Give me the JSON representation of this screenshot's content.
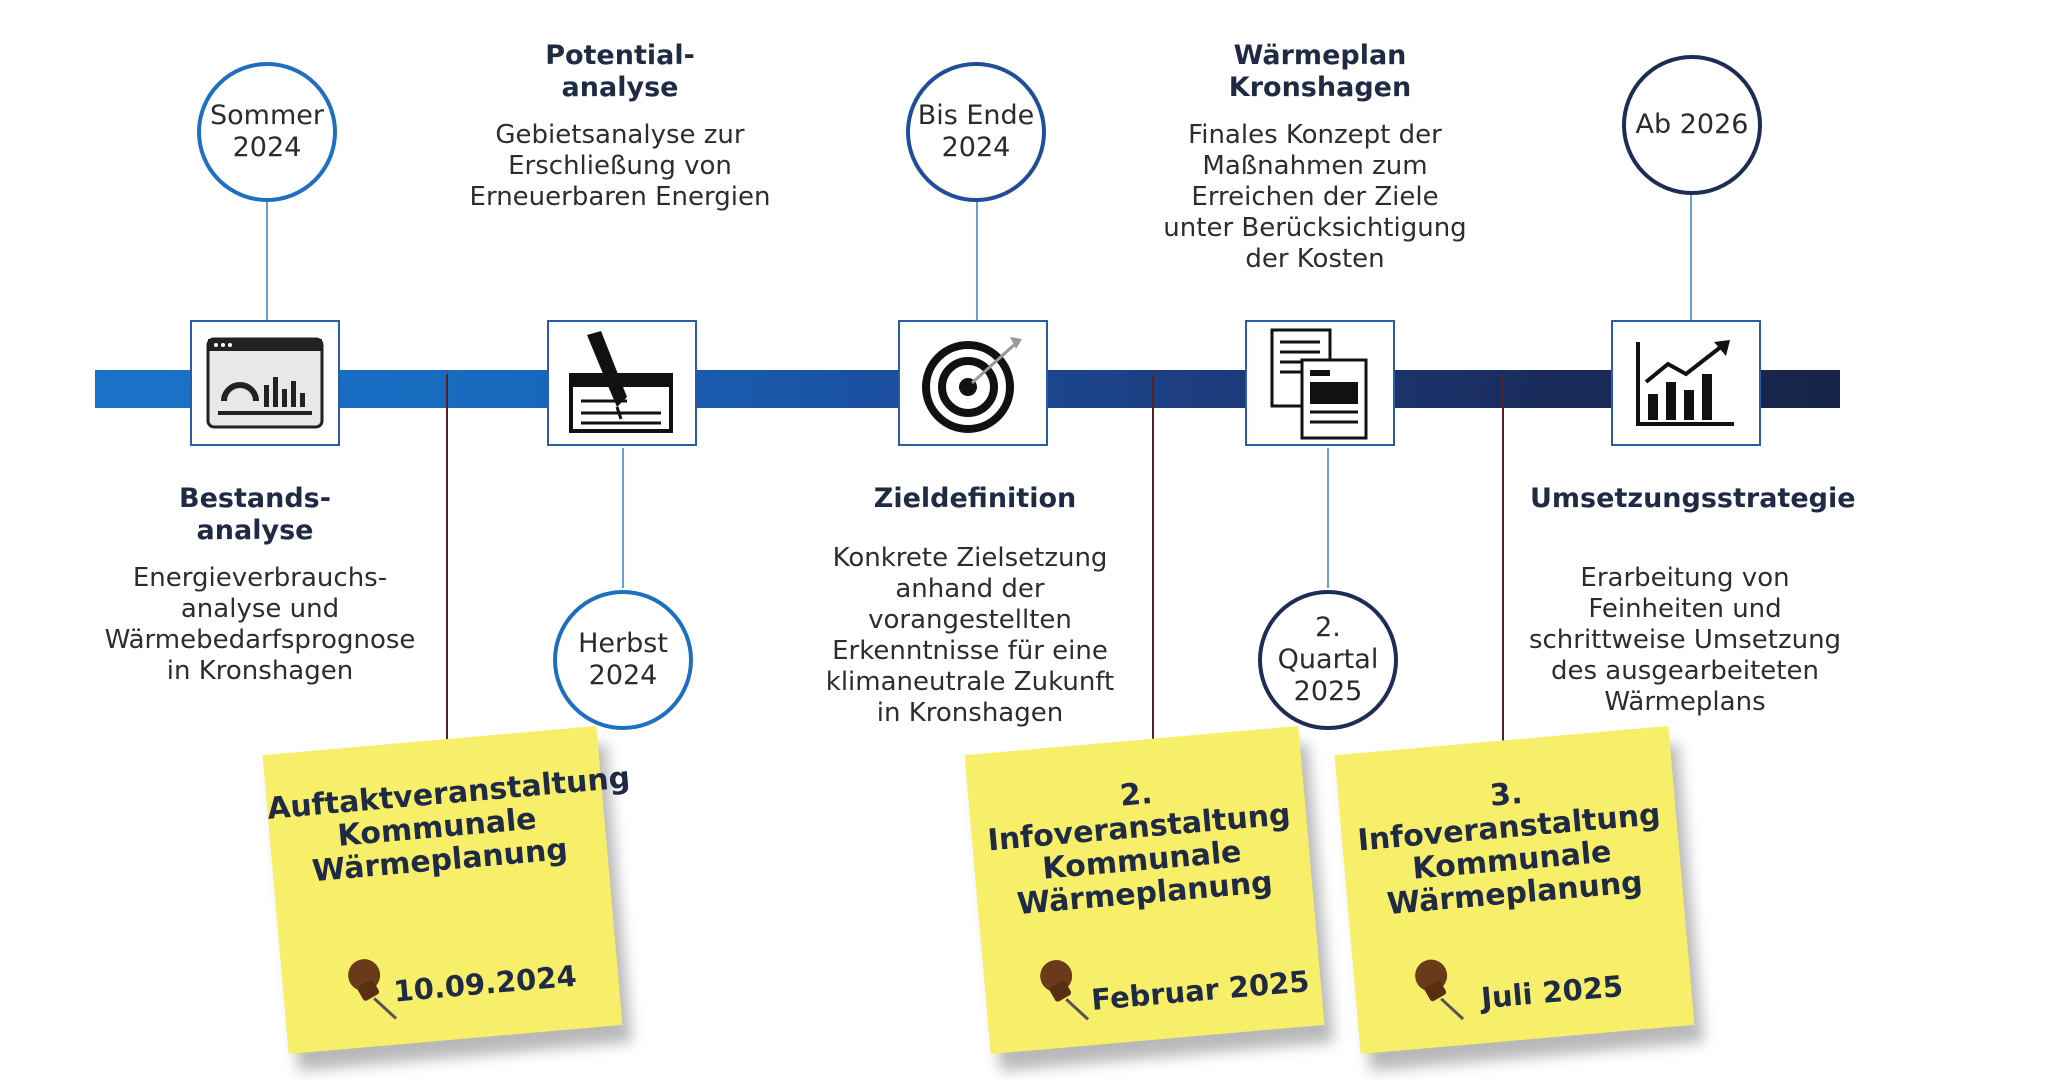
{
  "milestones": [
    {
      "circle": "Sommer\n2024",
      "title": "Bestands-\nanalyse",
      "desc": "Energieverbrauchs-\nanalyse  und\nWärmebedarfsprognose\nin Kronshagen",
      "icon": "dashboard-icon"
    },
    {
      "circle": "Herbst\n2024",
      "title": "Potential-\nanalyse",
      "desc": "Gebietsanalyse zur\nErschließung von\nErneuerbaren Energien",
      "icon": "pen-document-icon"
    },
    {
      "circle": "Bis Ende\n2024",
      "title": "Zieldefinition",
      "desc": "Konkrete Zielsetzung\nanhand der\nvorangestellten\nErkenntnisse für eine\nklimaneutrale Zukunft\nin Kronshagen",
      "icon": "target-icon"
    },
    {
      "circle": "2. Quartal\n2025",
      "title": "Wärmeplan\nKronshagen",
      "desc": "Finales Konzept der\nMaßnahmen zum\nErreichen der Ziele\nunter Berücksichtigung\nder Kosten",
      "icon": "documents-icon"
    },
    {
      "circle": "Ab 2026",
      "title": "Umsetzungsstrategie",
      "desc": "Erarbeitung von\nFeinheiten und\nschrittweise Umsetzung\ndes ausgearbeiteten\nWärmeplans",
      "icon": "growth-chart-icon"
    }
  ],
  "notes": [
    {
      "text": "Auftaktveranstaltung\nKommunale\nWärmeplanung",
      "date": "10.09.2024"
    },
    {
      "text": "2. Infoveranstaltung\nKommunale\nWärmeplanung",
      "date": "Februar 2025"
    },
    {
      "text": "3. Infoveranstaltung\nKommunale\nWärmeplanung",
      "date": "Juli 2025"
    }
  ],
  "colors": {
    "note": "#f7ef6a",
    "bar_start": "#1a73c8",
    "bar_end": "#172448"
  }
}
